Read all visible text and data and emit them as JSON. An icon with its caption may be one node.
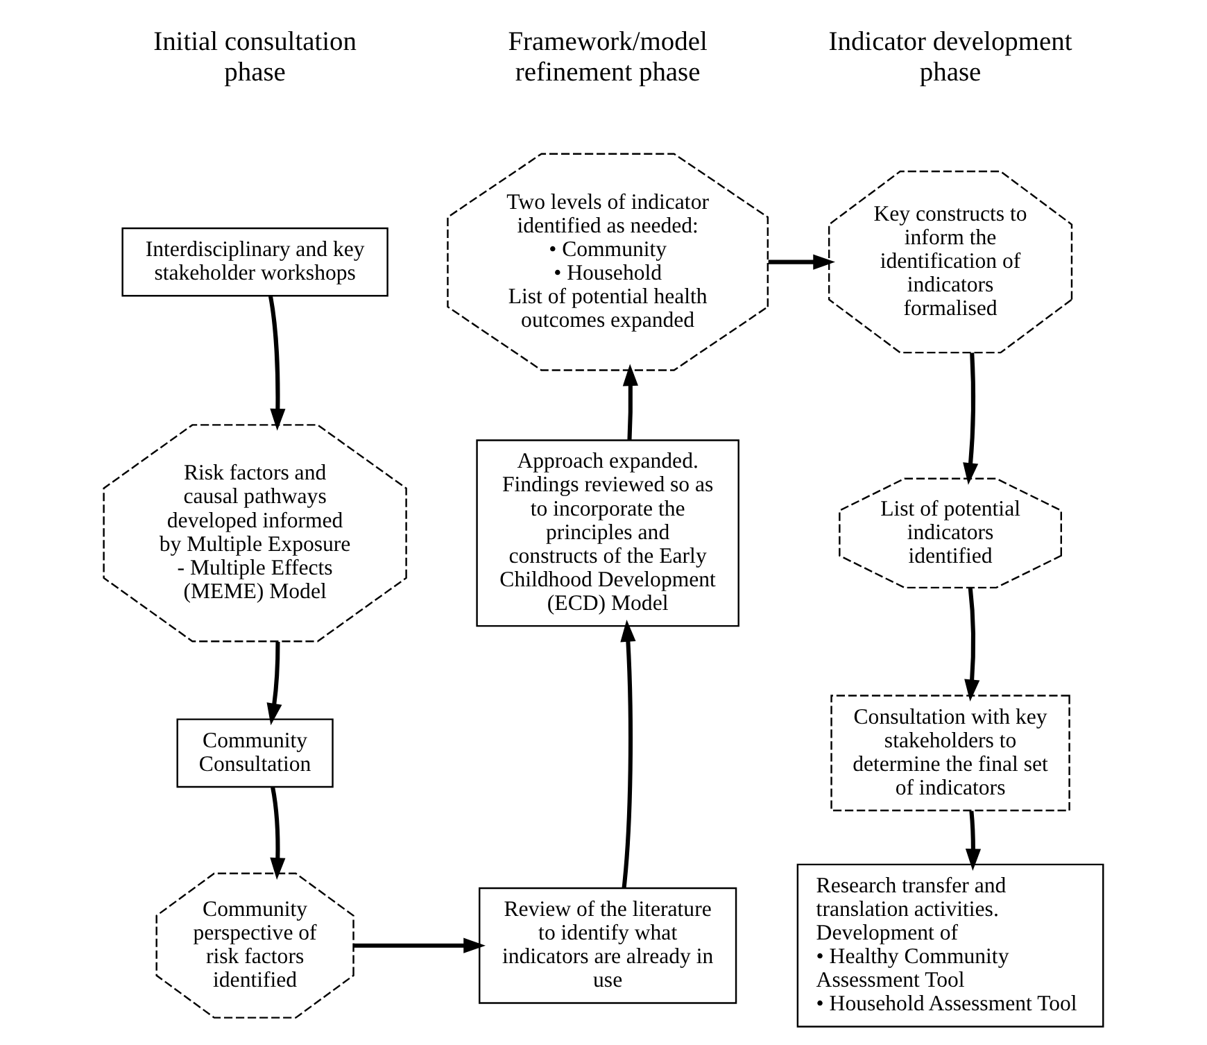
{
  "diagram": {
    "nodes": [
      {
        "text": [
          "Interdisciplinary and key stakeholder workshops"
        ]
      },
      {
        "text": [
          "Risk factors and causal pathways developed informed by Multiple Exposure - Multiple Effects (MEME) Model"
        ]
      },
      {
        "text": [
          "Community Consultation"
        ]
      },
      {
        "text": [
          "Community perspective of risk factors identified"
        ]
      },
      {
        "text": [
          "Review of the literature to identify what indicators are already in use"
        ]
      },
      {
        "text": [
          "Approach expanded. Findings reviewed so as to incorporate the principles and constructs of the Early Childhood Development (ECD) Model"
        ]
      },
      {
        "text": [
          "Two levels of indicator identified as needed:",
          "• Community",
          "• Household",
          "List of potential health outcomes expanded"
        ]
      },
      {
        "text": [
          "Key constructs to inform the identification of indicators formalised"
        ]
      },
      {
        "text": [
          "List of potential indicators identified"
        ]
      },
      {
        "text": [
          "Consultation with key stakeholders to determine the final set of indicators"
        ]
      },
      {
        "text": [
          "Research transfer and translation activities. Development of",
          "• Healthy Community Assessment Tool",
          "• Household Assessment Tool"
        ]
      }
    ],
    "edges": [
      {
        "from": 0,
        "to": 1,
        "arrow": "to"
      },
      {
        "from": 1,
        "to": 2,
        "arrow": "to"
      },
      {
        "from": 2,
        "to": 3,
        "arrow": "to"
      },
      {
        "from": 3,
        "to": 4,
        "arrow": "to"
      },
      {
        "from": 4,
        "to": 5,
        "arrow": "to"
      },
      {
        "from": 5,
        "to": 6,
        "arrow": "to"
      },
      {
        "from": 6,
        "to": 7,
        "arrow": "to"
      },
      {
        "from": 7,
        "to": 8,
        "arrow": "to"
      },
      {
        "from": 8,
        "to": 9,
        "arrow": "to"
      },
      {
        "from": 9,
        "to": 10,
        "arrow": "to"
      }
    ],
    "labels": [
      "Initial consultation phase",
      "Framework/model refinement phase",
      "Indicator development phase"
    ]
  }
}
